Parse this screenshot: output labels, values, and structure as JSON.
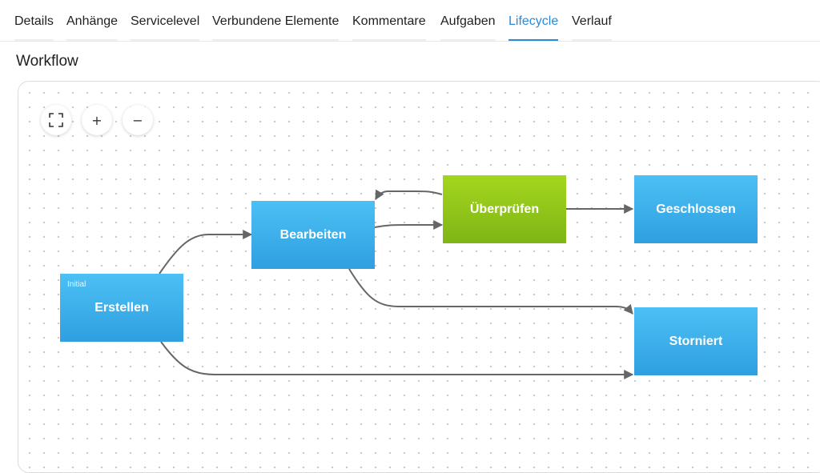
{
  "tabs": [
    {
      "label": "Details"
    },
    {
      "label": "Anhänge"
    },
    {
      "label": "Servicelevel"
    },
    {
      "label": "Verbundene Elemente"
    },
    {
      "label": "Kommentare"
    },
    {
      "label": "Aufgaben"
    },
    {
      "label": "Lifecycle",
      "active": true
    },
    {
      "label": "Verlauf"
    }
  ],
  "section": {
    "title": "Workflow"
  },
  "controls": {
    "fit_icon": "fit-view-icon",
    "zoom_in_label": "+",
    "zoom_out_label": "−"
  },
  "workflow": {
    "nodes": [
      {
        "id": "erstellen",
        "label": "Erstellen",
        "badge": "Initial",
        "color": "#39aae8"
      },
      {
        "id": "bearbeiten",
        "label": "Bearbeiten",
        "color": "#39aae8"
      },
      {
        "id": "ueberpruefen",
        "label": "Überprüfen",
        "color": "#8cc31a"
      },
      {
        "id": "geschlossen",
        "label": "Geschlossen",
        "color": "#39aae8"
      },
      {
        "id": "storniert",
        "label": "Storniert",
        "color": "#39aae8"
      }
    ],
    "edges": [
      {
        "from": "erstellen",
        "to": "bearbeiten"
      },
      {
        "from": "erstellen",
        "to": "storniert"
      },
      {
        "from": "bearbeiten",
        "to": "ueberpruefen"
      },
      {
        "from": "ueberpruefen",
        "to": "bearbeiten"
      },
      {
        "from": "ueberpruefen",
        "to": "geschlossen"
      },
      {
        "from": "bearbeiten",
        "to": "storniert"
      }
    ]
  },
  "colors": {
    "accent": "#2a8ad8",
    "edge": "#666666"
  }
}
